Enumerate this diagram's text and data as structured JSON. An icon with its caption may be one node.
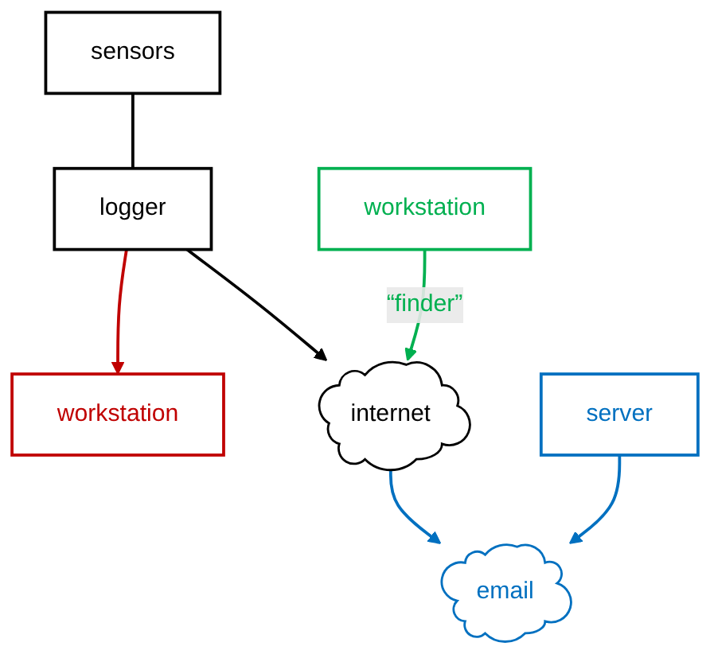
{
  "diagram": {
    "nodes": [
      {
        "text": [
          "sensors"
        ]
      },
      {
        "text": [
          "logger"
        ]
      },
      {
        "text": [
          "workstation"
        ]
      },
      {
        "text": [
          "internet"
        ]
      },
      {
        "text": [
          "workstation"
        ]
      },
      {
        "text": [
          "email"
        ]
      },
      {
        "text": [
          "server"
        ]
      }
    ],
    "edges": [
      {
        "from": 0,
        "to": 1,
        "arrow": "none"
      },
      {
        "from": 1,
        "to": 2,
        "arrow": "to",
        "color": "#c00000"
      },
      {
        "from": 1,
        "to": 3,
        "arrow": "to"
      },
      {
        "from": 4,
        "to": 3,
        "arrow": "to",
        "label": "“finder”",
        "color": "#00b050"
      },
      {
        "from": 3,
        "to": 5,
        "arrow": "to",
        "color": "#0070c0"
      },
      {
        "from": 6,
        "to": 5,
        "arrow": "to",
        "color": "#0070c0"
      }
    ]
  }
}
